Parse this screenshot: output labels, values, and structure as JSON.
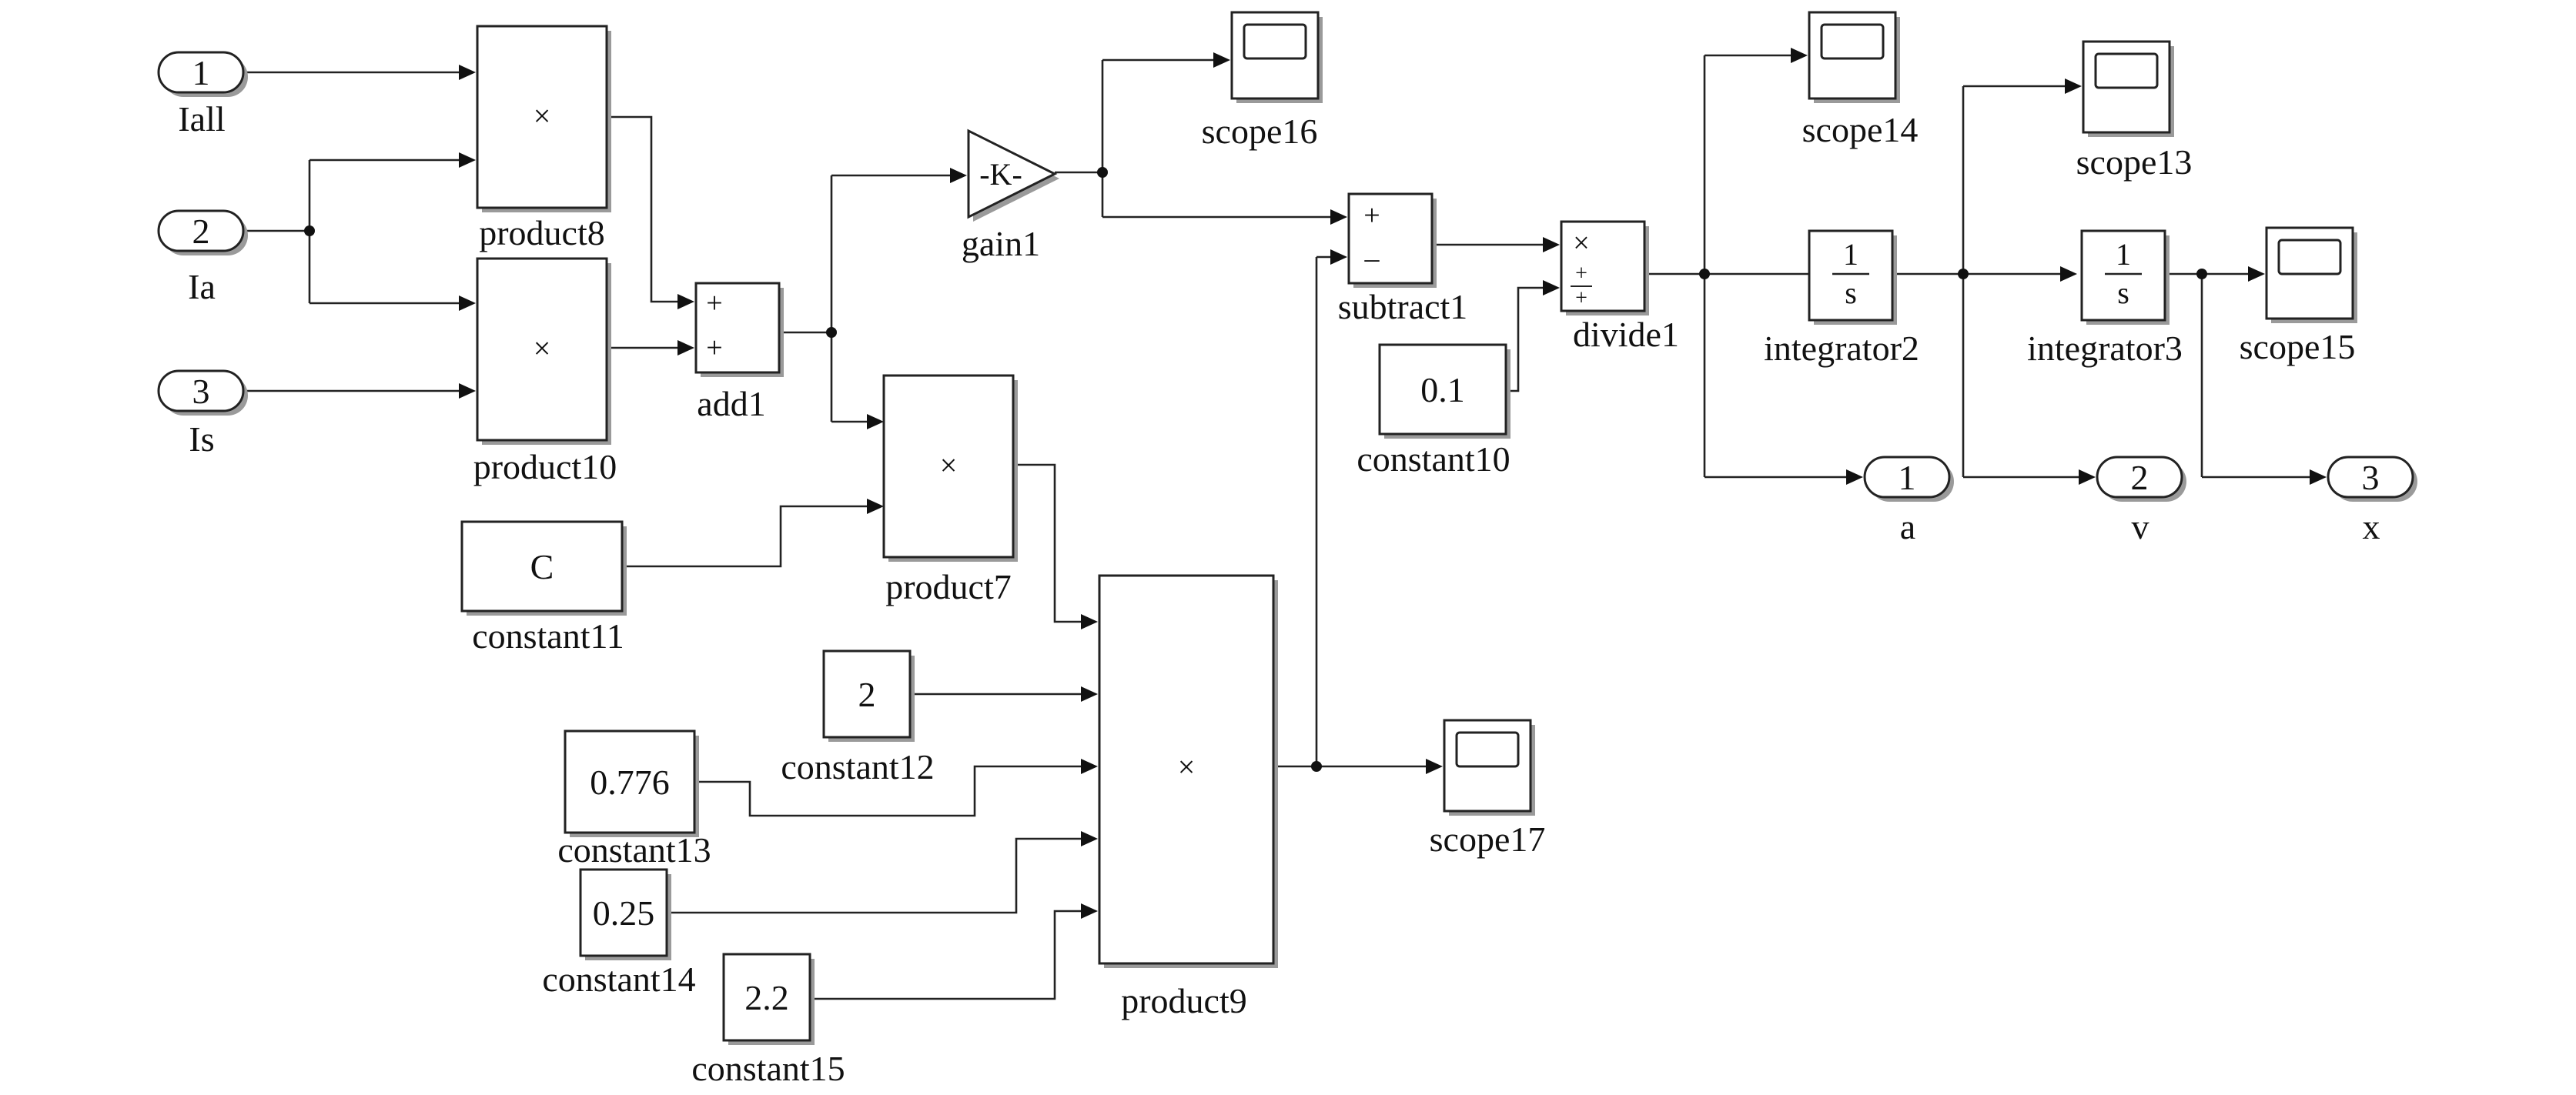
{
  "inports": [
    {
      "port": "1",
      "name": "Iall"
    },
    {
      "port": "2",
      "name": "Ia"
    },
    {
      "port": "3",
      "name": "Is"
    }
  ],
  "outports": [
    {
      "port": "1",
      "name": "a"
    },
    {
      "port": "2",
      "name": "v"
    },
    {
      "port": "3",
      "name": "x"
    }
  ],
  "products": {
    "product8": {
      "name": "product8",
      "symbol": "×"
    },
    "product10": {
      "name": "product10",
      "symbol": "×"
    },
    "product7": {
      "name": "product7",
      "symbol": "×"
    },
    "product9": {
      "name": "product9",
      "symbol": "×"
    }
  },
  "add1": {
    "name": "add1",
    "signs": [
      "+",
      "+"
    ]
  },
  "gain1": {
    "name": "gain1",
    "value": "-K-"
  },
  "subtract1": {
    "name": "subtract1",
    "signs": [
      "+",
      "–"
    ]
  },
  "divide1": {
    "name": "divide1",
    "signs": [
      "×",
      "+",
      "+"
    ]
  },
  "integrators": {
    "integrator2": {
      "name": "integrator2",
      "num": "1",
      "den": "s"
    },
    "integrator3": {
      "name": "integrator3",
      "num": "1",
      "den": "s"
    }
  },
  "constants": {
    "constant10": {
      "name": "constant10",
      "value": "0.1"
    },
    "constant11": {
      "name": "constant11",
      "value": "C"
    },
    "constant12": {
      "name": "constant12",
      "value": "2"
    },
    "constant13": {
      "name": "constant13",
      "value": "0.776"
    },
    "constant14": {
      "name": "constant14",
      "value": "0.25"
    },
    "constant15": {
      "name": "constant15",
      "value": "2.2"
    }
  },
  "scopes": {
    "scope13": "scope13",
    "scope14": "scope14",
    "scope15": "scope15",
    "scope16": "scope16",
    "scope17": "scope17"
  }
}
